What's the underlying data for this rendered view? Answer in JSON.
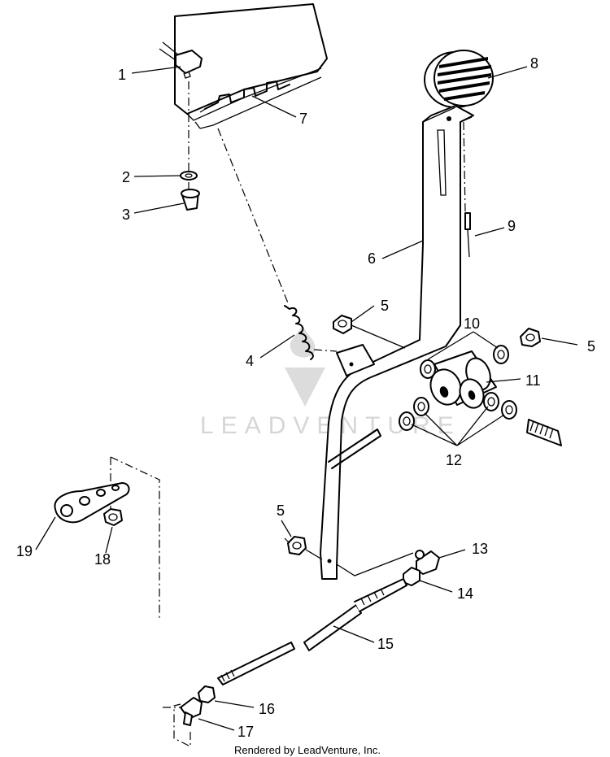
{
  "watermark": {
    "text": "LEADVENTURE"
  },
  "footer": {
    "credit": "Rendered by LeadVenture, Inc."
  },
  "callouts": [
    {
      "key": "c1",
      "label": "1"
    },
    {
      "key": "c2",
      "label": "2"
    },
    {
      "key": "c3",
      "label": "3"
    },
    {
      "key": "c4",
      "label": "4"
    },
    {
      "key": "c5a",
      "label": "5"
    },
    {
      "key": "c5b",
      "label": "5"
    },
    {
      "key": "c5c",
      "label": "5"
    },
    {
      "key": "c6",
      "label": "6"
    },
    {
      "key": "c7",
      "label": "7"
    },
    {
      "key": "c8",
      "label": "8"
    },
    {
      "key": "c9",
      "label": "9"
    },
    {
      "key": "c10",
      "label": "10"
    },
    {
      "key": "c11",
      "label": "11"
    },
    {
      "key": "c12",
      "label": "12"
    },
    {
      "key": "c13",
      "label": "13"
    },
    {
      "key": "c14",
      "label": "14"
    },
    {
      "key": "c15",
      "label": "15"
    },
    {
      "key": "c16",
      "label": "16"
    },
    {
      "key": "c17",
      "label": "17"
    },
    {
      "key": "c18",
      "label": "18"
    },
    {
      "key": "c19",
      "label": "19"
    }
  ]
}
